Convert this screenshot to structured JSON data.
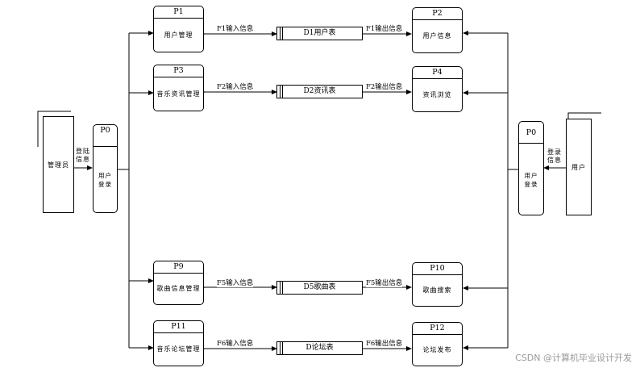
{
  "entities": {
    "admin": "管理员",
    "user": "用户"
  },
  "login_flows": {
    "admin": "登陆信息",
    "user": "登录信息"
  },
  "p0_left": {
    "id": "P0",
    "name": "用户登录"
  },
  "p0_right": {
    "id": "P0",
    "name": "用户登录"
  },
  "rows": [
    {
      "left": {
        "id": "P1",
        "name": "用户管理"
      },
      "in_flow": "F1输入信息",
      "store": "D1用户表",
      "out_flow": "F1输出信息",
      "right": {
        "id": "P2",
        "name": "用户信息"
      }
    },
    {
      "left": {
        "id": "P3",
        "name": "音乐资讯管理"
      },
      "in_flow": "F2输入信息",
      "store": "D2资讯表",
      "out_flow": "F2输出信息",
      "right": {
        "id": "P4",
        "name": "资讯浏览"
      }
    },
    {
      "left": {
        "id": "P9",
        "name": "歌曲信息管理"
      },
      "in_flow": "F5输入信息",
      "store": "D5歌曲表",
      "out_flow": "F5输出信息",
      "right": {
        "id": "P10",
        "name": "歌曲搜索"
      }
    },
    {
      "left": {
        "id": "P11",
        "name": "音乐论坛管理"
      },
      "in_flow": "F6输入信息",
      "store": "D论坛表",
      "out_flow": "F6输出信息",
      "right": {
        "id": "P12",
        "name": "论坛发布"
      }
    }
  ],
  "watermark": "CSDN @计算机毕业设计开发"
}
